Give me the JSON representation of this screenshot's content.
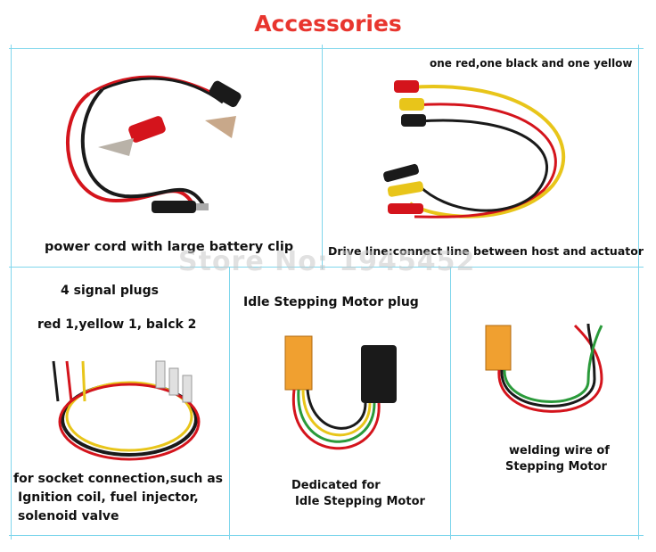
{
  "title": "Accessories",
  "watermark": "Store No: 1945452",
  "colors": {
    "title": "#e8352e",
    "grid": "#7fd6ec"
  },
  "panels": {
    "power_cord": {
      "caption": "power cord with large battery clip"
    },
    "drive_line": {
      "top_note": "one red,one black and one yellow",
      "caption": "Drive line:connect line between host and actuator"
    },
    "signal_plugs": {
      "heading": "4 signal plugs",
      "colors_note": "red 1,yellow 1, balck 2",
      "caption_lines": [
        "for socket connection,such as",
        "Ignition coil, fuel injector,",
        "solenoid valve"
      ]
    },
    "idle_plug": {
      "heading": "Idle Stepping Motor plug",
      "caption_lines": [
        "Dedicated for",
        "Idle Stepping Motor"
      ]
    },
    "welding_wire": {
      "caption_lines": [
        "welding wire of",
        "Stepping Motor"
      ]
    }
  }
}
